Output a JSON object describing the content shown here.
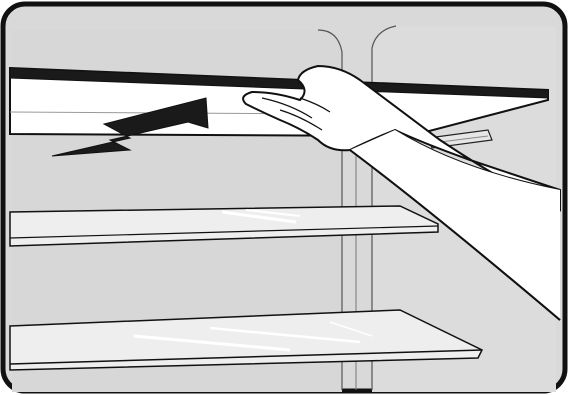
{
  "figure": {
    "alt": "",
    "colors": {
      "frame_outline": "#111111",
      "fridge_interior": "#d9d9d9",
      "interior_shade": "#cfcfcf",
      "shelf_glass": "#eeeeee",
      "shelf_edge": "#bdbdbd",
      "shelf_highlight": "#ffffff",
      "skin": "#ffffff",
      "arrow": "#1a1a1a",
      "line": "#222222"
    },
    "elements": [
      "refrigerator-compartment",
      "glass-shelf-being-removed",
      "insertion-arrow",
      "hand-pushing-shelf",
      "middle-glass-shelf",
      "bottom-glass-shelf",
      "shelf-support-rail"
    ]
  }
}
